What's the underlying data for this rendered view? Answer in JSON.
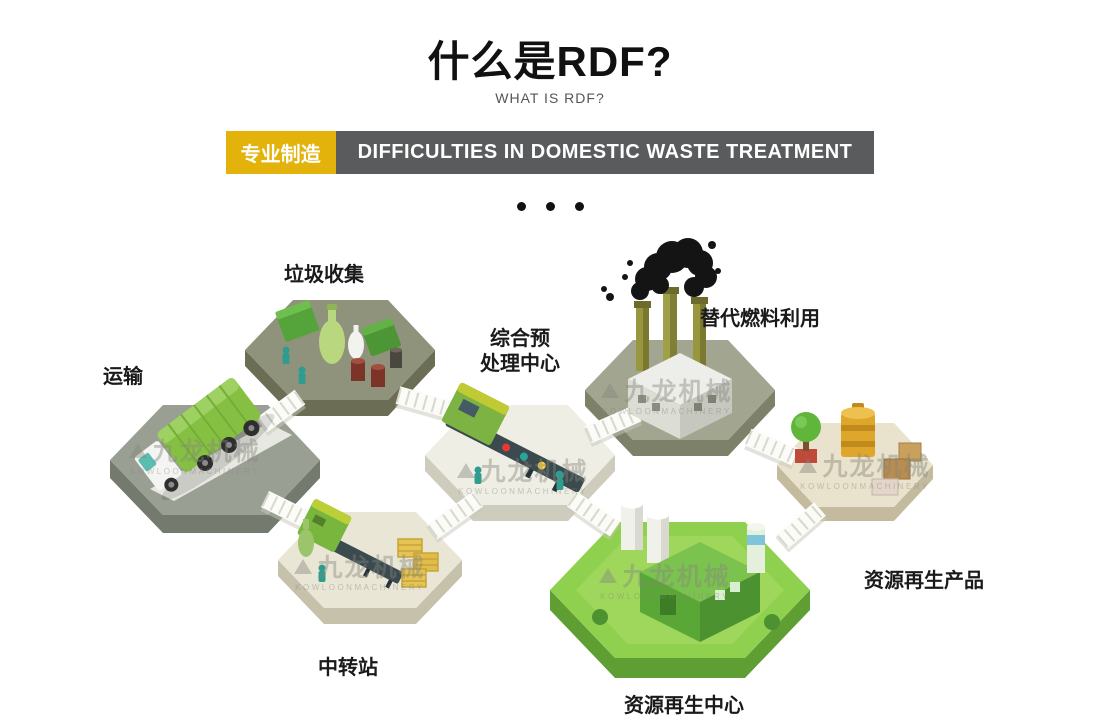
{
  "header": {
    "title": "什么是RDF?",
    "subtitle": "WHAT IS RDF?"
  },
  "banner": {
    "tag": "专业制造",
    "text": "DIFFICULTIES IN DOMESTIC WASTE TREATMENT"
  },
  "diagram": {
    "labels": {
      "transport": "运输",
      "collection": "垃圾收集",
      "pretreatment_line1": "综合预",
      "pretreatment_line2": "处理中心",
      "fuel": "替代燃料利用",
      "transfer": "中转站",
      "regeneration": "资源再生中心",
      "products": "资源再生产品"
    },
    "watermark": {
      "text": "九龙机械",
      "subtext": "KOWLOONMACHINERY"
    }
  },
  "colors": {
    "accent_yellow": "#e3b30c",
    "banner_dark": "#595b5c",
    "platform_green": "#8fd14f"
  }
}
